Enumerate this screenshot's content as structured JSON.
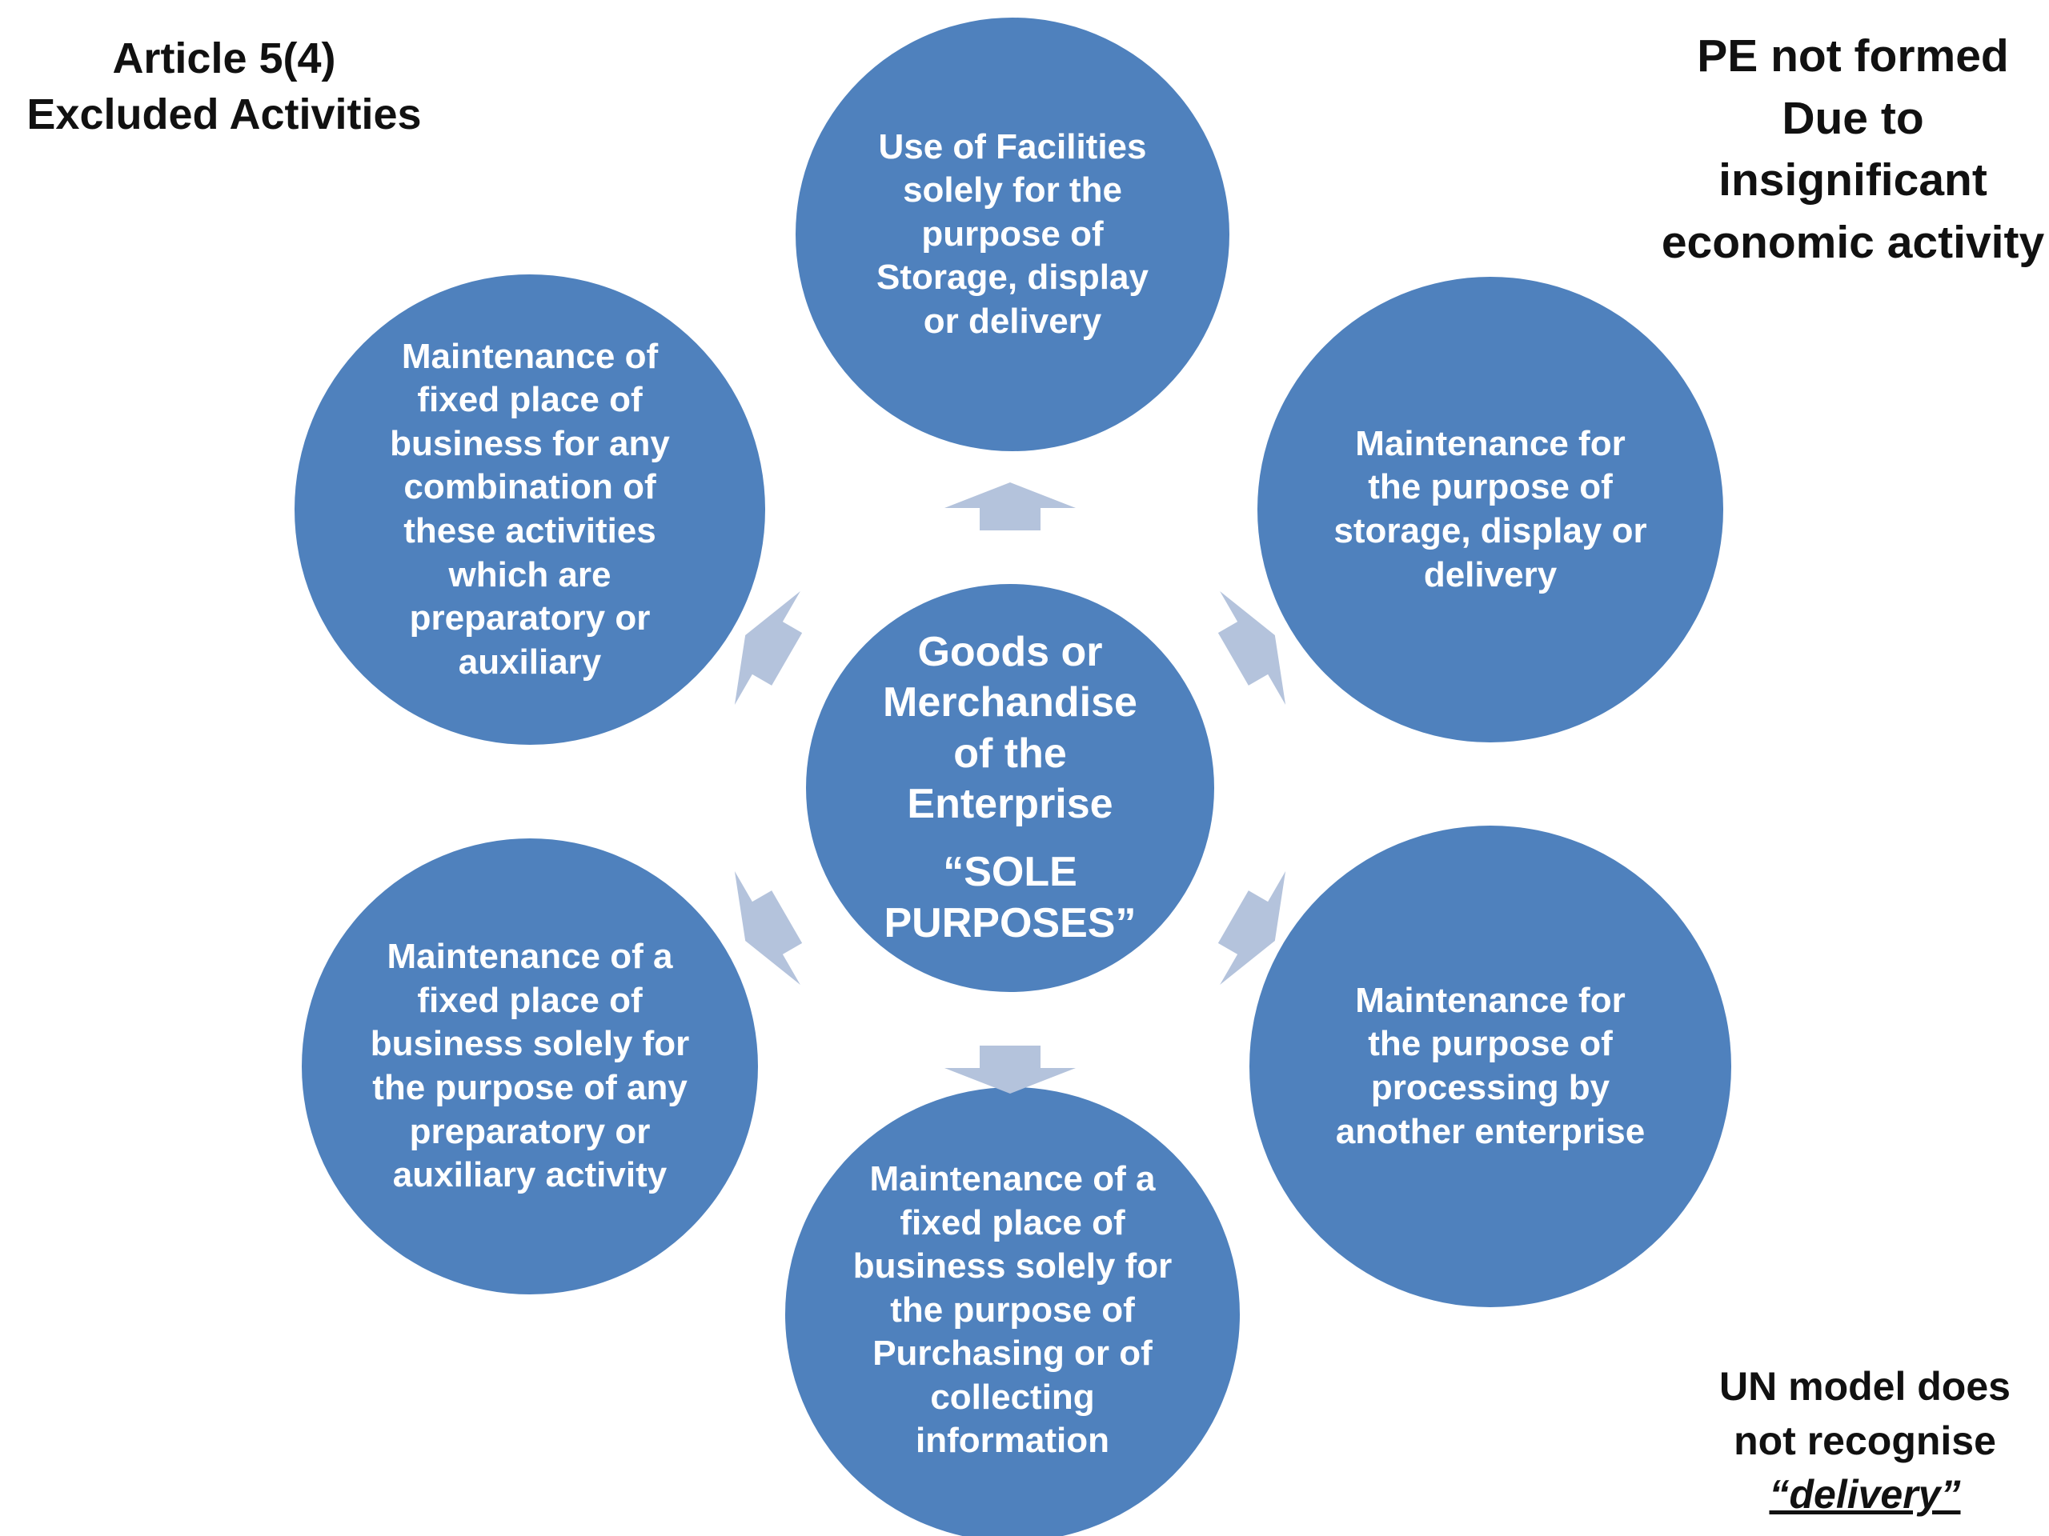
{
  "top_left": {
    "lines": [
      "Article 5(4)",
      "Excluded Activities"
    ]
  },
  "top_right": {
    "lines": [
      "PE not formed",
      "Due to",
      "insignificant",
      "economic activity"
    ]
  },
  "bottom_right": {
    "lines": [
      "UN model does",
      "not recognise",
      "“delivery”"
    ]
  },
  "center": {
    "lines": [
      "Goods or",
      "Merchandise",
      "of the",
      "Enterprise"
    ],
    "emphasis_lines": [
      "“SOLE",
      "PURPOSES”"
    ]
  },
  "circles": {
    "top": {
      "lines": [
        "Use of Facilities",
        "solely for the",
        "purpose of",
        "Storage, display",
        "or delivery"
      ]
    },
    "upper_right": {
      "lines": [
        "Maintenance for",
        "the purpose of",
        "storage, display or",
        "delivery"
      ]
    },
    "lower_right": {
      "lines": [
        "Maintenance for",
        "the purpose of",
        "processing by",
        "another enterprise"
      ]
    },
    "bottom": {
      "lines": [
        "Maintenance of a",
        "fixed place of",
        "business solely for",
        "the purpose of",
        "Purchasing or of",
        "collecting",
        "information"
      ]
    },
    "lower_left": {
      "lines": [
        "Maintenance of a",
        "fixed place of",
        "business solely for",
        "the purpose of any",
        "preparatory or",
        "auxiliary activity"
      ]
    },
    "upper_left": {
      "lines": [
        "Maintenance of",
        "fixed place of",
        "business for any",
        "combination of",
        "these activities",
        "which are",
        "preparatory or",
        "auxiliary"
      ]
    }
  },
  "colors": {
    "circle_fill": "#4f81bd",
    "arrow_fill": "#b4c3dc",
    "circle_text": "#ffffff",
    "corner_text": "#111111"
  }
}
